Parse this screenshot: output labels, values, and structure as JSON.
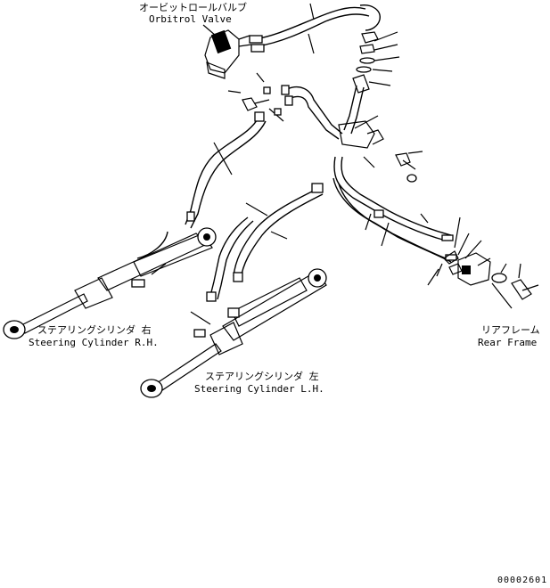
{
  "labels": {
    "orbitrol_jp": "オービットロールバルブ",
    "orbitrol_en": "Orbitrol Valve",
    "rh_jp": "ステアリングシリンダ 右",
    "rh_en": "Steering Cylinder R.H.",
    "lh_jp": "ステアリングシリンダ 左",
    "lh_en": "Steering Cylinder L.H.",
    "frame_jp": "リアフレーム",
    "frame_en": "Rear Frame"
  },
  "drawing_code": "00002601",
  "colors": {
    "ink": "#000000",
    "paper": "#ffffff"
  }
}
